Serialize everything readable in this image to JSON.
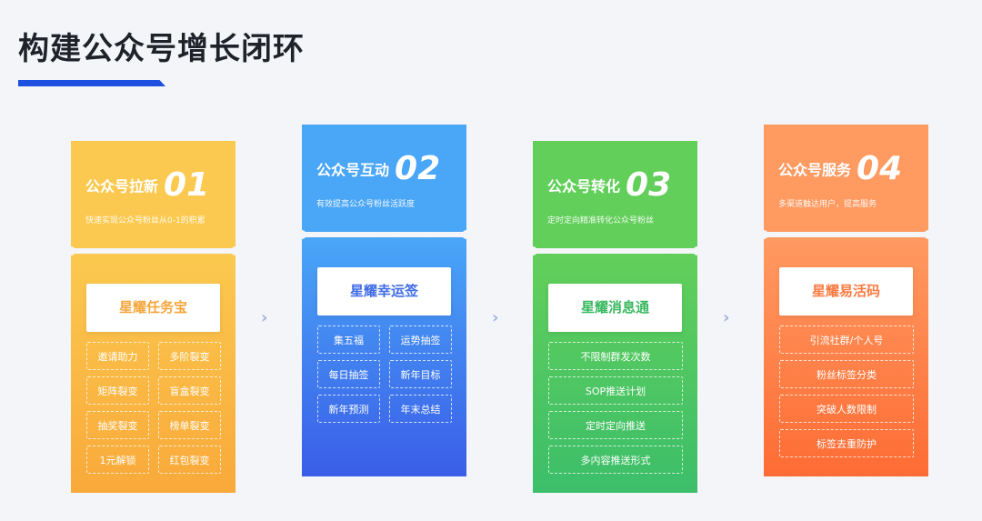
{
  "page": {
    "title": "构建公众号增长闭环"
  },
  "cards": [
    {
      "name": "公众号拉新",
      "num": "01",
      "sub": "快速实现公众号粉丝从0-1的积累",
      "product": "星耀任务宝",
      "features": [
        "邀请助力",
        "多阶裂变",
        "矩阵裂变",
        "盲盒裂变",
        "抽奖裂变",
        "榜单裂变",
        "1元解锁",
        "红包裂变"
      ],
      "colors": {
        "top": "#fbc94f",
        "bottom": "#f9a93a",
        "accent": "#f6a63c"
      }
    },
    {
      "name": "公众号互动",
      "num": "02",
      "sub": "有效提高公众号粉丝活跃度",
      "product": "星耀幸运签",
      "features": [
        "集五福",
        "运势抽签",
        "每日抽签",
        "新年目标",
        "新年预测",
        "年末总结"
      ],
      "colors": {
        "top": "#4aa6f7",
        "bottom": "#3a5de8",
        "accent": "#3f6ce6"
      }
    },
    {
      "name": "公众号转化",
      "num": "03",
      "sub": "定时定向精准转化公众号粉丝",
      "product": "星耀消息通",
      "features": [
        "不限制群发次数",
        "SOP推送计划",
        "定时定向推送",
        "多内容推送形式"
      ],
      "colors": {
        "top": "#62cf5a",
        "bottom": "#3cbe6a",
        "accent": "#39b960"
      }
    },
    {
      "name": "公众号服务",
      "num": "04",
      "sub": "多渠道触达用户，提高服务",
      "product": "星耀易活码",
      "features": [
        "引流社群/个人号",
        "粉丝标签分类",
        "突破人数限制",
        "标签去重防护"
      ],
      "colors": {
        "top": "#ff9a61",
        "bottom": "#fe6c34",
        "accent": "#fb7a42"
      }
    }
  ],
  "arrows": [
    "›",
    "›",
    "›"
  ]
}
